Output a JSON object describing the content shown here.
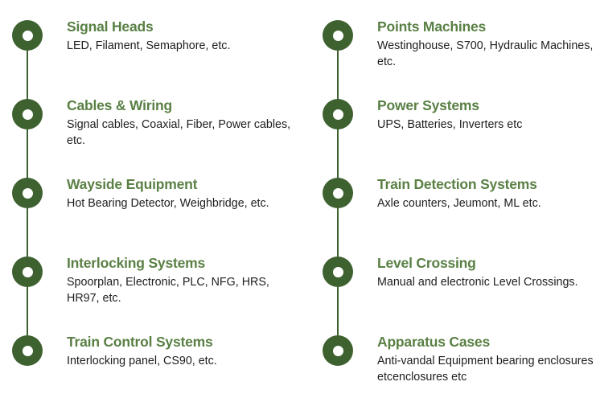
{
  "theme": {
    "background": "#ffffff",
    "marker_color": "#3e6130",
    "marker_hole_color": "#ffffff",
    "line_color": "#3e6130",
    "title_color": "#5a8045",
    "desc_color": "#1d1d1d"
  },
  "columns": [
    {
      "name": "left-column",
      "items": [
        {
          "marker": "timeline-dot-icon",
          "title": "Signal Heads",
          "description": "LED, Filament, Semaphore, etc."
        },
        {
          "marker": "timeline-dot-icon",
          "title": "Cables & Wiring",
          "description": "Signal cables, Coaxial, Fiber, Power cables, etc."
        },
        {
          "marker": "timeline-dot-icon",
          "title": "Wayside Equipment",
          "description": "Hot Bearing Detector, Weighbridge, etc."
        },
        {
          "marker": "timeline-dot-icon",
          "title": "Interlocking Systems",
          "description": "Spoorplan, Electronic, PLC, NFG, HRS, HR97, etc."
        },
        {
          "marker": "timeline-dot-icon",
          "title": "Train Control Systems",
          "description": "Interlocking panel, CS90, etc."
        }
      ]
    },
    {
      "name": "right-column",
      "items": [
        {
          "marker": "timeline-dot-icon",
          "title": "Points Machines",
          "description": "Westinghouse, S700, Hydraulic Machines, etc."
        },
        {
          "marker": "timeline-dot-icon",
          "title": "Power Systems",
          "description": "UPS, Batteries, Inverters etc"
        },
        {
          "marker": "timeline-dot-icon",
          "title": "Train Detection Systems",
          "description": "Axle counters, Jeumont, ML etc."
        },
        {
          "marker": "timeline-dot-icon",
          "title": "Level Crossing",
          "description": "Manual and electronic Level Crossings."
        },
        {
          "marker": "timeline-dot-icon",
          "title": "Apparatus Cases",
          "description": "Anti-vandal Equipment bearing enclosures etcenclosures etc"
        }
      ]
    }
  ]
}
